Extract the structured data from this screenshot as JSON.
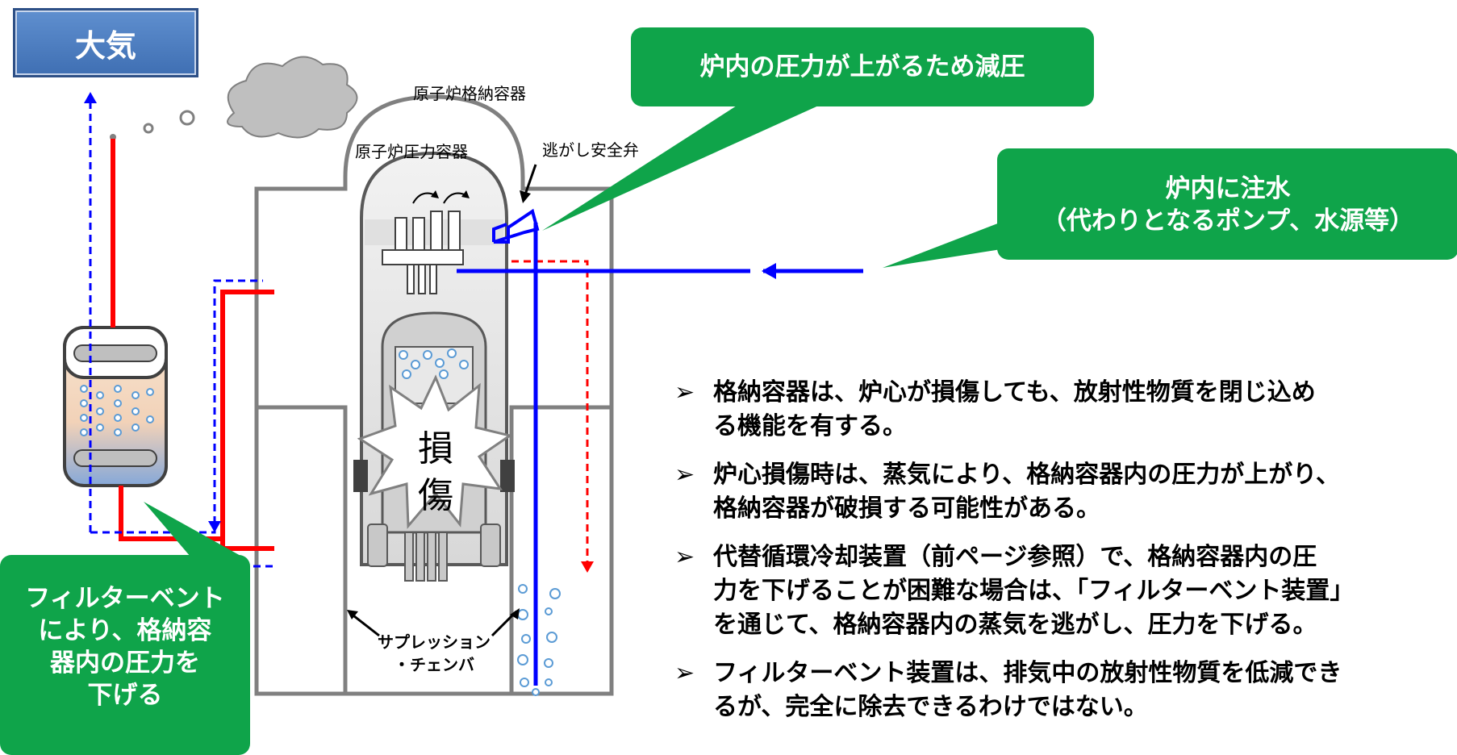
{
  "atmosphere_label": "大気",
  "callouts": {
    "depressurize": "炉内の圧力が上がるため減圧",
    "inject_line1": "炉内に注水",
    "inject_line2": "（代わりとなるポンプ、水源等）",
    "filter_lines": [
      "フィルターベント",
      "により、格納容",
      "器内の圧力を",
      "下げる"
    ]
  },
  "labels": {
    "containment_vessel": "原子炉格納容器",
    "pressure_vessel": "原子炉圧力容器",
    "relief_valve": "逃がし安全弁",
    "damage_lines": [
      "損",
      "傷"
    ],
    "suppression_line1": "サプレッション",
    "suppression_line2": "・チェンバ"
  },
  "bullet_marker": "➢",
  "bullets": [
    {
      "line1": "格納容器は、炉心が損傷しても、放射性物質を閉じ込め",
      "line2": "る機能を有する。"
    },
    {
      "line1": "炉心損傷時は、蒸気により、格納容器内の圧力が上がり、",
      "line2": "格納容器が破損する可能性がある。"
    },
    {
      "line1": "代替循環冷却装置（前ページ参照）で、格納容器内の圧",
      "line2": "力を下げることが困難な場合は、「フィルターベント装置」",
      "line3": "を通じて、格納容器内の蒸気を逃がし、圧力を下げる。"
    },
    {
      "line1": "フィルターベント装置は、排気中の放射性物質を低減でき",
      "line2": "るが、完全に除去できるわけではない。"
    }
  ],
  "colors": {
    "callout_green": "#0fa44a",
    "vent_red": "#ff0000",
    "injection_blue": "#0000ff",
    "water": "#dceef5"
  }
}
